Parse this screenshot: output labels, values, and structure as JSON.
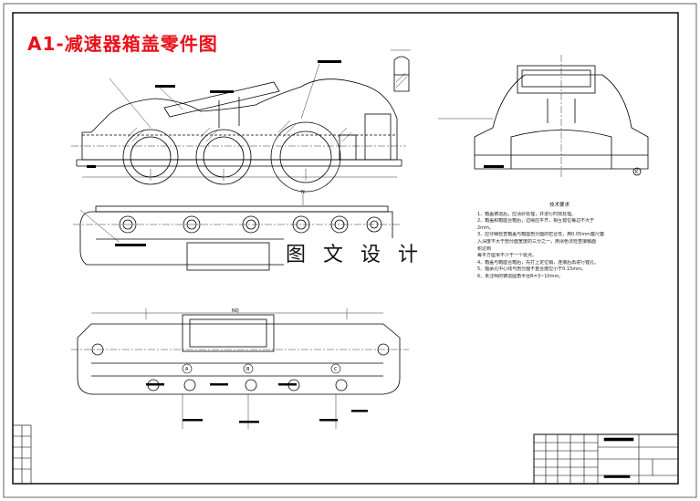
{
  "drawing": {
    "title": "A1-减速器箱盖零件图",
    "watermark": "图 文 设 计",
    "colors": {
      "title": "#e8101a",
      "line": "#000000",
      "paper": "#ffffff"
    },
    "view_labels": {
      "section_a": "A",
      "section_b": "B",
      "section_c": "C",
      "section_k": "K",
      "n_label": "N",
      "nq_label": "NQ"
    },
    "technical_requirements": {
      "heading": "技术要求",
      "items": [
        "1、箱盖铸造后，应清砂处理，并进行时效处理。",
        "2、箱盖和箱座合箱后，边缘应平齐，相互错位每边不大于",
        "2mm。",
        "3、应仔细检查箱盖与箱座剖分面的密合性，用0.05mm塞尺塞",
        "入深度不大于剖分面宽度的三分之一，用涂色法检查接触面",
        "积达到",
        "每平方厘米不少于一个斑点。",
        "4、箱盖与箱座合箱后，先打上定位销，连接后再进行镗孔。",
        "5、轴承孔中心线与剖分面不重合度应小于0.15mm。",
        "6、未注明的铸造圆角半径R=3~10mm。"
      ]
    }
  }
}
